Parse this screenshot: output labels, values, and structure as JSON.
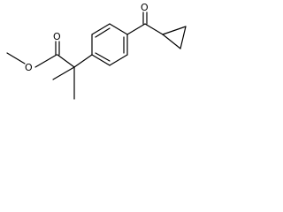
{
  "molecule": {
    "atom_labels": {
      "ester_ether_oxygen": "O",
      "ester_carbonyl_oxygen": "O",
      "ketone_oxygen": "O"
    },
    "colors": {
      "bond": "#000000",
      "label": "#000000",
      "background": "#ffffff"
    }
  }
}
